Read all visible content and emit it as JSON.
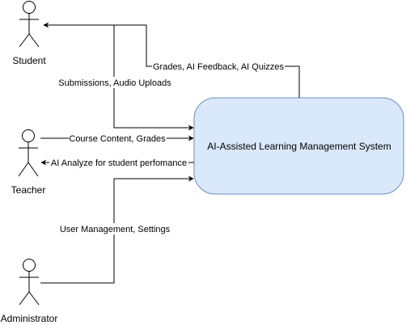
{
  "system": {
    "title": "AI-Assisted Learning Management System",
    "fill_color": "#dae8fc",
    "stroke_color": "#6c8ebf"
  },
  "actors": {
    "student": "Student",
    "teacher": "Teacher",
    "administrator": "Administrator"
  },
  "flows": {
    "system_to_student": "Grades, AI Feedback, AI Quizzes",
    "student_to_system": "Submissions, Audio Uploads",
    "teacher_to_system": "Course Content, Grades",
    "system_to_teacher": "AI Analyze for student perfomance",
    "admin_to_system": "User Management, Settings"
  }
}
